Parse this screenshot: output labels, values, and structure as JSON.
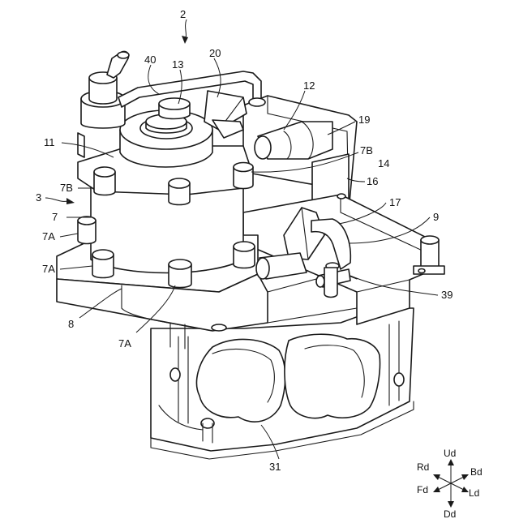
{
  "labels": {
    "l2": "2",
    "l40": "40",
    "l13": "13",
    "l20": "20",
    "l12": "12",
    "l19": "19",
    "l11": "11",
    "l7B_top": "7B",
    "l14": "14",
    "l7B_left": "7B",
    "l16": "16",
    "l3": "3",
    "l17": "17",
    "l9": "9",
    "l7": "7",
    "l7A_upper": "7A",
    "l7A_left": "7A",
    "l39": "39",
    "l8": "8",
    "l7A_bottom": "7A",
    "l31": "31"
  },
  "directions": {
    "up": "Ud",
    "down": "Dd",
    "right_back": "Bd",
    "left_front": "Fd",
    "rear_left": "Rd",
    "lower_right": "Ld"
  },
  "colors": {
    "line": "#1a1a1a",
    "background": "#ffffff"
  }
}
